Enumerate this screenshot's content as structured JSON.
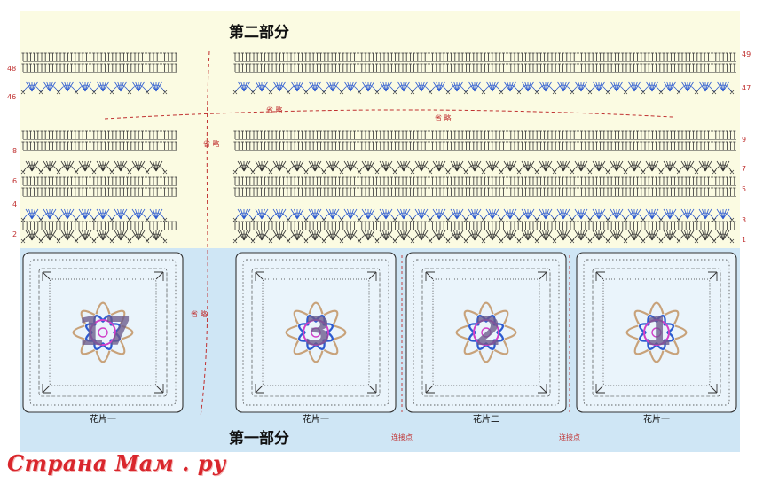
{
  "titles": {
    "part_two": "第二部分",
    "part_one": "第一部分"
  },
  "notes": {
    "omit": "省 略",
    "connect_point": "连接点"
  },
  "row_numbers_left": [
    "48",
    "46",
    "8",
    "6",
    "4",
    "2"
  ],
  "row_numbers_right": [
    "49",
    "47",
    "9",
    "7",
    "5",
    "3",
    "1"
  ],
  "motifs": [
    {
      "number": "17",
      "label": "花片一"
    },
    {
      "number": "3",
      "label": "花片一"
    },
    {
      "number": "2",
      "label": "花片二"
    },
    {
      "number": "1",
      "label": "花片一"
    }
  ],
  "watermark": "Страна Мам . ру",
  "colors": {
    "top_bg": "#fbfbe2",
    "bottom_bg": "#cfe6f5",
    "stitch_dark": "#333333",
    "stitch_blue": "#2d5bd0",
    "stitch_tan": "#c8a27a",
    "stitch_pink": "#d040c8",
    "note_red": "#c03030"
  }
}
